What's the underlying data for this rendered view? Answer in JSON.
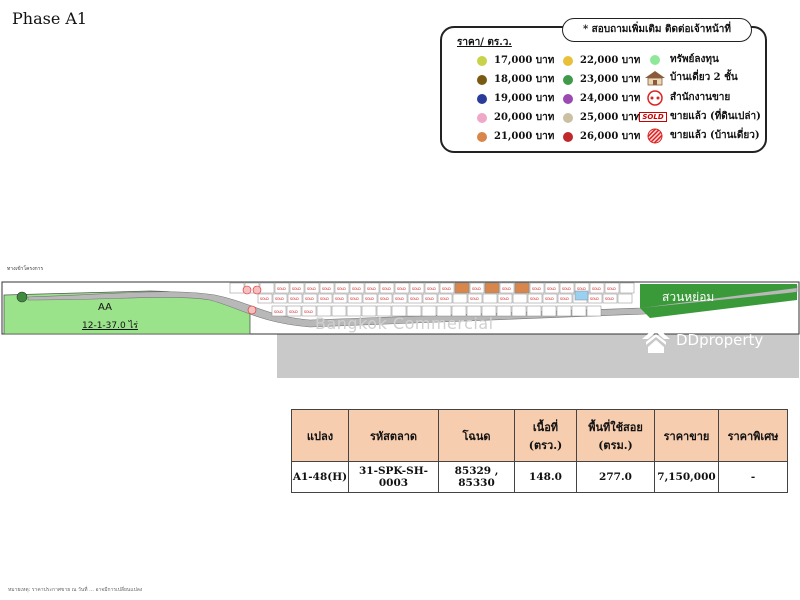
{
  "title": "Phase A1",
  "legend": {
    "note": "* สอบถามเพิ่มเติม ติดต่อเจ้าหน้าที่",
    "heading": "ราคา/ ตร.ว.",
    "prices_left": [
      {
        "label": "17,000 บาท",
        "color": "#c8d24a"
      },
      {
        "label": "18,000 บาท",
        "color": "#7a5a12"
      },
      {
        "label": "19,000 บาท",
        "color": "#2b3b9a"
      },
      {
        "label": "20,000 บาท",
        "color": "#f0a8c8"
      },
      {
        "label": "21,000 บาท",
        "color": "#d8864c"
      }
    ],
    "prices_right": [
      {
        "label": "22,000 บาท",
        "color": "#e8c03a"
      },
      {
        "label": "23,000 บาท",
        "color": "#3f9a4a"
      },
      {
        "label": "24,000 บาท",
        "color": "#9a4ab0"
      },
      {
        "label": "25,000 บาท",
        "color": "#cbbfa4"
      },
      {
        "label": "26,000 บาท",
        "color": "#c0282c"
      }
    ],
    "symbols": [
      {
        "label": "ทรัพย์ลงทุน",
        "icon": "green-circle-icon",
        "color": "#8fe89a"
      },
      {
        "label": "บ้านเดี่ยว 2 ชั้น",
        "icon": "house-icon"
      },
      {
        "label": "สำนักงานขาย",
        "icon": "sales-office-icon"
      },
      {
        "label": "ขายแล้ว (ที่ดินเปล่า)",
        "icon": "sold-badge-icon",
        "badge": "SOLD"
      },
      {
        "label": "ขายแล้ว (บ้านเดี่ยว)",
        "icon": "striped-circle-icon"
      }
    ]
  },
  "map": {
    "road_label": "ทางเข้าโครงการ",
    "area_code": "AA",
    "area_size": "12-1-37.0 ไร่",
    "park_label": "สวนหย่อม",
    "sold_label": "SOLD",
    "watermark": "Bangkok Commercial",
    "brand": "DDproperty"
  },
  "table": {
    "headers": [
      "แปลง",
      "รหัสตลาด",
      "โฉนด",
      "เนื้อที่ (ตรว.)",
      "พื้นที่ใช้สอย (ตรม.)",
      "ราคาขาย",
      "ราคาพิเศษ"
    ],
    "rows": [
      [
        "A1-48(H)",
        "31-SPK-SH-0003",
        "85329 , 85330",
        "148.0",
        "277.0",
        "7,150,000",
        "-"
      ]
    ]
  },
  "footnote": "หมายเหตุ: ราคาประกาศขาย ณ วันที่ ... อาจมีการเปลี่ยนแปลง"
}
